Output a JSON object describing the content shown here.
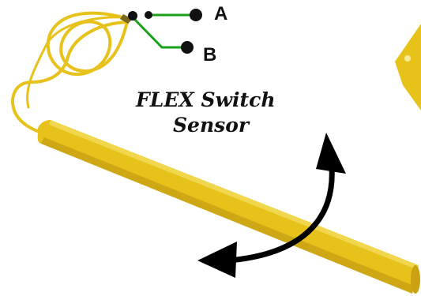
{
  "diagram": {
    "terminal_a": "A",
    "terminal_b": "B",
    "title_line_1": "FLEX Switch",
    "title_line_2": "Sensor"
  },
  "colors": {
    "sensor_yellow": "#e6c21a",
    "sensor_shadow": "#b89410",
    "wire_green": "#1aa01a",
    "terminal_black": "#111111",
    "arrow_black": "#000000"
  },
  "icons": [
    "flex-sensor-icon",
    "bend-arrow-icon",
    "terminal-dot-icon"
  ]
}
